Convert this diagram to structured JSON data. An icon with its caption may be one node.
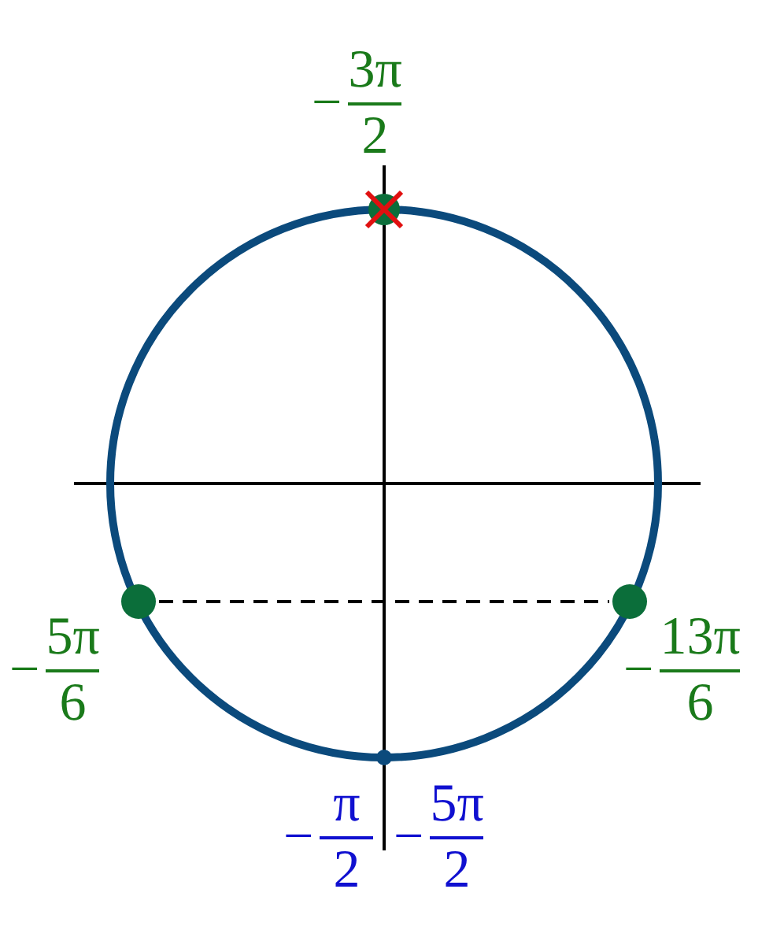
{
  "diagram": {
    "nodes": [
      {
        "text": [],
        "shape": "circle",
        "beside": [
          "−",
          "3π",
          "2"
        ]
      },
      {
        "text": [],
        "shape": "circle",
        "beside": [
          "−",
          "5π",
          "6"
        ]
      },
      {
        "text": [],
        "shape": "circle",
        "beside": [
          "−",
          "13π",
          "6"
        ]
      },
      {
        "text": [],
        "shape": "circle",
        "beside": [
          "−",
          "π",
          "2",
          "−",
          "5π",
          "2"
        ]
      }
    ],
    "edges": [
      {
        "from": 1,
        "to": 2,
        "arrow": "none",
        "style": "dashed"
      }
    ]
  }
}
